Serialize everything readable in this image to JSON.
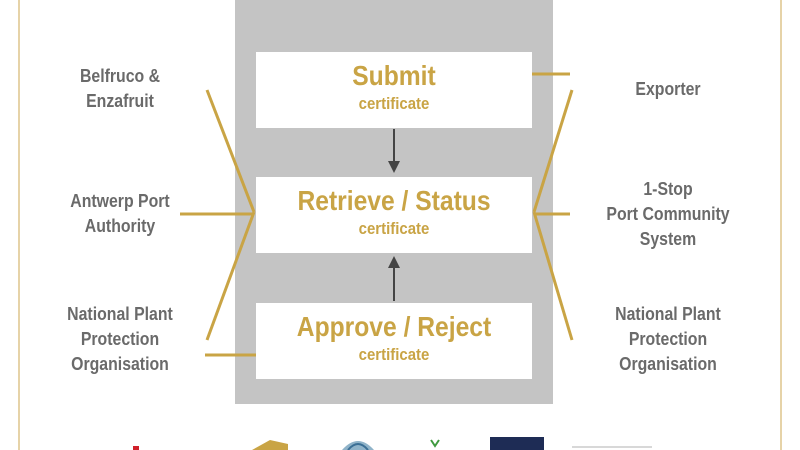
{
  "steps": {
    "submit": {
      "title": "Submit",
      "subtitle": "certificate"
    },
    "retrieve": {
      "title": "Retrieve / Status",
      "subtitle": "certificate"
    },
    "approve": {
      "title": "Approve / Reject",
      "subtitle": "certificate"
    }
  },
  "left_parties": {
    "belfruco": [
      "Belfruco &",
      "Enzafruit"
    ],
    "antwerp": [
      "Antwerp Port",
      "Authority"
    ],
    "nppo": [
      "National Plant",
      "Protection",
      "Organisation"
    ]
  },
  "right_parties": {
    "exporter": [
      "Exporter"
    ],
    "onestop": [
      "1-Stop",
      "Port Community",
      "System"
    ],
    "nppo": [
      "National Plant",
      "Protection",
      "Organisation"
    ]
  },
  "colors": {
    "accent": "#c9a445",
    "panel": "#c4c4c4",
    "label": "#6a6a6a",
    "arrow": "#444444"
  }
}
